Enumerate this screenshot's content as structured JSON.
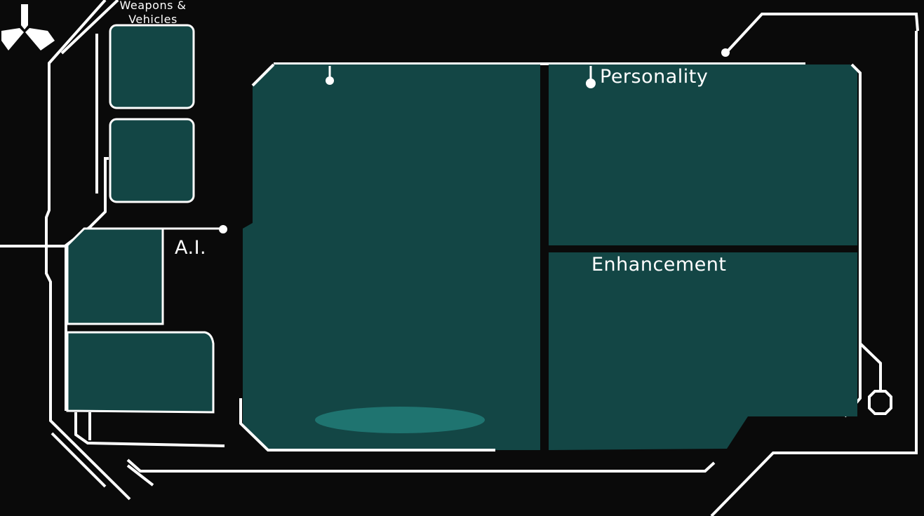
{
  "colors": {
    "background": "#0a0a0a",
    "panel_fill": "#134645",
    "frame_line": "#ffffff",
    "pad_fill": "#1f7470"
  },
  "icons": {
    "logo": "trident-logo-icon",
    "connector": "octagon-connector-icon"
  },
  "panels": {
    "weapons_vehicles": {
      "label": "Weapons & Vehicles"
    },
    "ai": {
      "label": "A.I."
    },
    "personality": {
      "label": "Personality"
    },
    "enhancement": {
      "label": "Enhancement"
    }
  }
}
